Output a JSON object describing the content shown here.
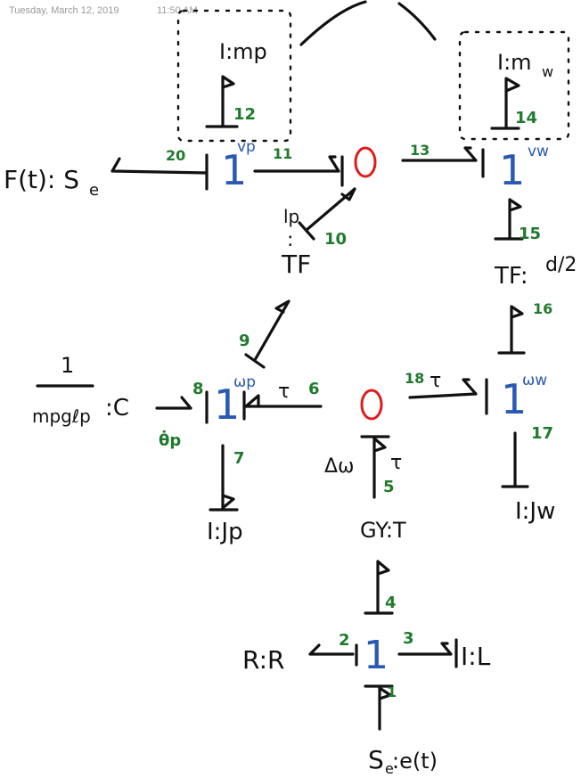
{
  "header": {
    "date": "Tuesday, March 12, 2019",
    "time": "11:50 AM"
  },
  "elements": {
    "source_force": "F(t): S",
    "source_force_sub": "e",
    "inertia_mp": "I:mp",
    "inertia_mw": "I:m",
    "inertia_mw_sub": "w",
    "tf_lp": "TF",
    "tf_lp_modulus": "lp",
    "tf_d2": "TF:",
    "tf_d2_modulus": "d/2",
    "compliance_num": "1",
    "compliance_den": "mpgℓp",
    "compliance_tag": ":C",
    "inertia_jp": "I:Jp",
    "inertia_jw": "I:Jw",
    "gyrator": "GY:T",
    "resistor": "R:R",
    "inductor": "I:L",
    "source_voltage": "S",
    "source_voltage_sub": "e",
    "source_voltage_arg": ":e(t)"
  },
  "junctions": {
    "one_vp": "1",
    "one_vp_label": "vp",
    "zero_top": "0",
    "one_vw": "1",
    "one_vw_label": "vw",
    "one_wp": "1",
    "one_wp_label": "ωp",
    "zero_mid": "0",
    "one_ww": "1",
    "one_ww_label": "ωw",
    "one_elec": "1"
  },
  "bond_numbers": [
    "1",
    "2",
    "3",
    "4",
    "5",
    "6",
    "7",
    "8",
    "9",
    "10",
    "11",
    "12",
    "13",
    "14",
    "15",
    "16",
    "17",
    "18",
    "20"
  ],
  "annotations": {
    "tau_6": "τ",
    "tau_18": "τ",
    "tau_5": "τ",
    "delta_omega": "Δω",
    "theta_p": "θ̇p"
  }
}
